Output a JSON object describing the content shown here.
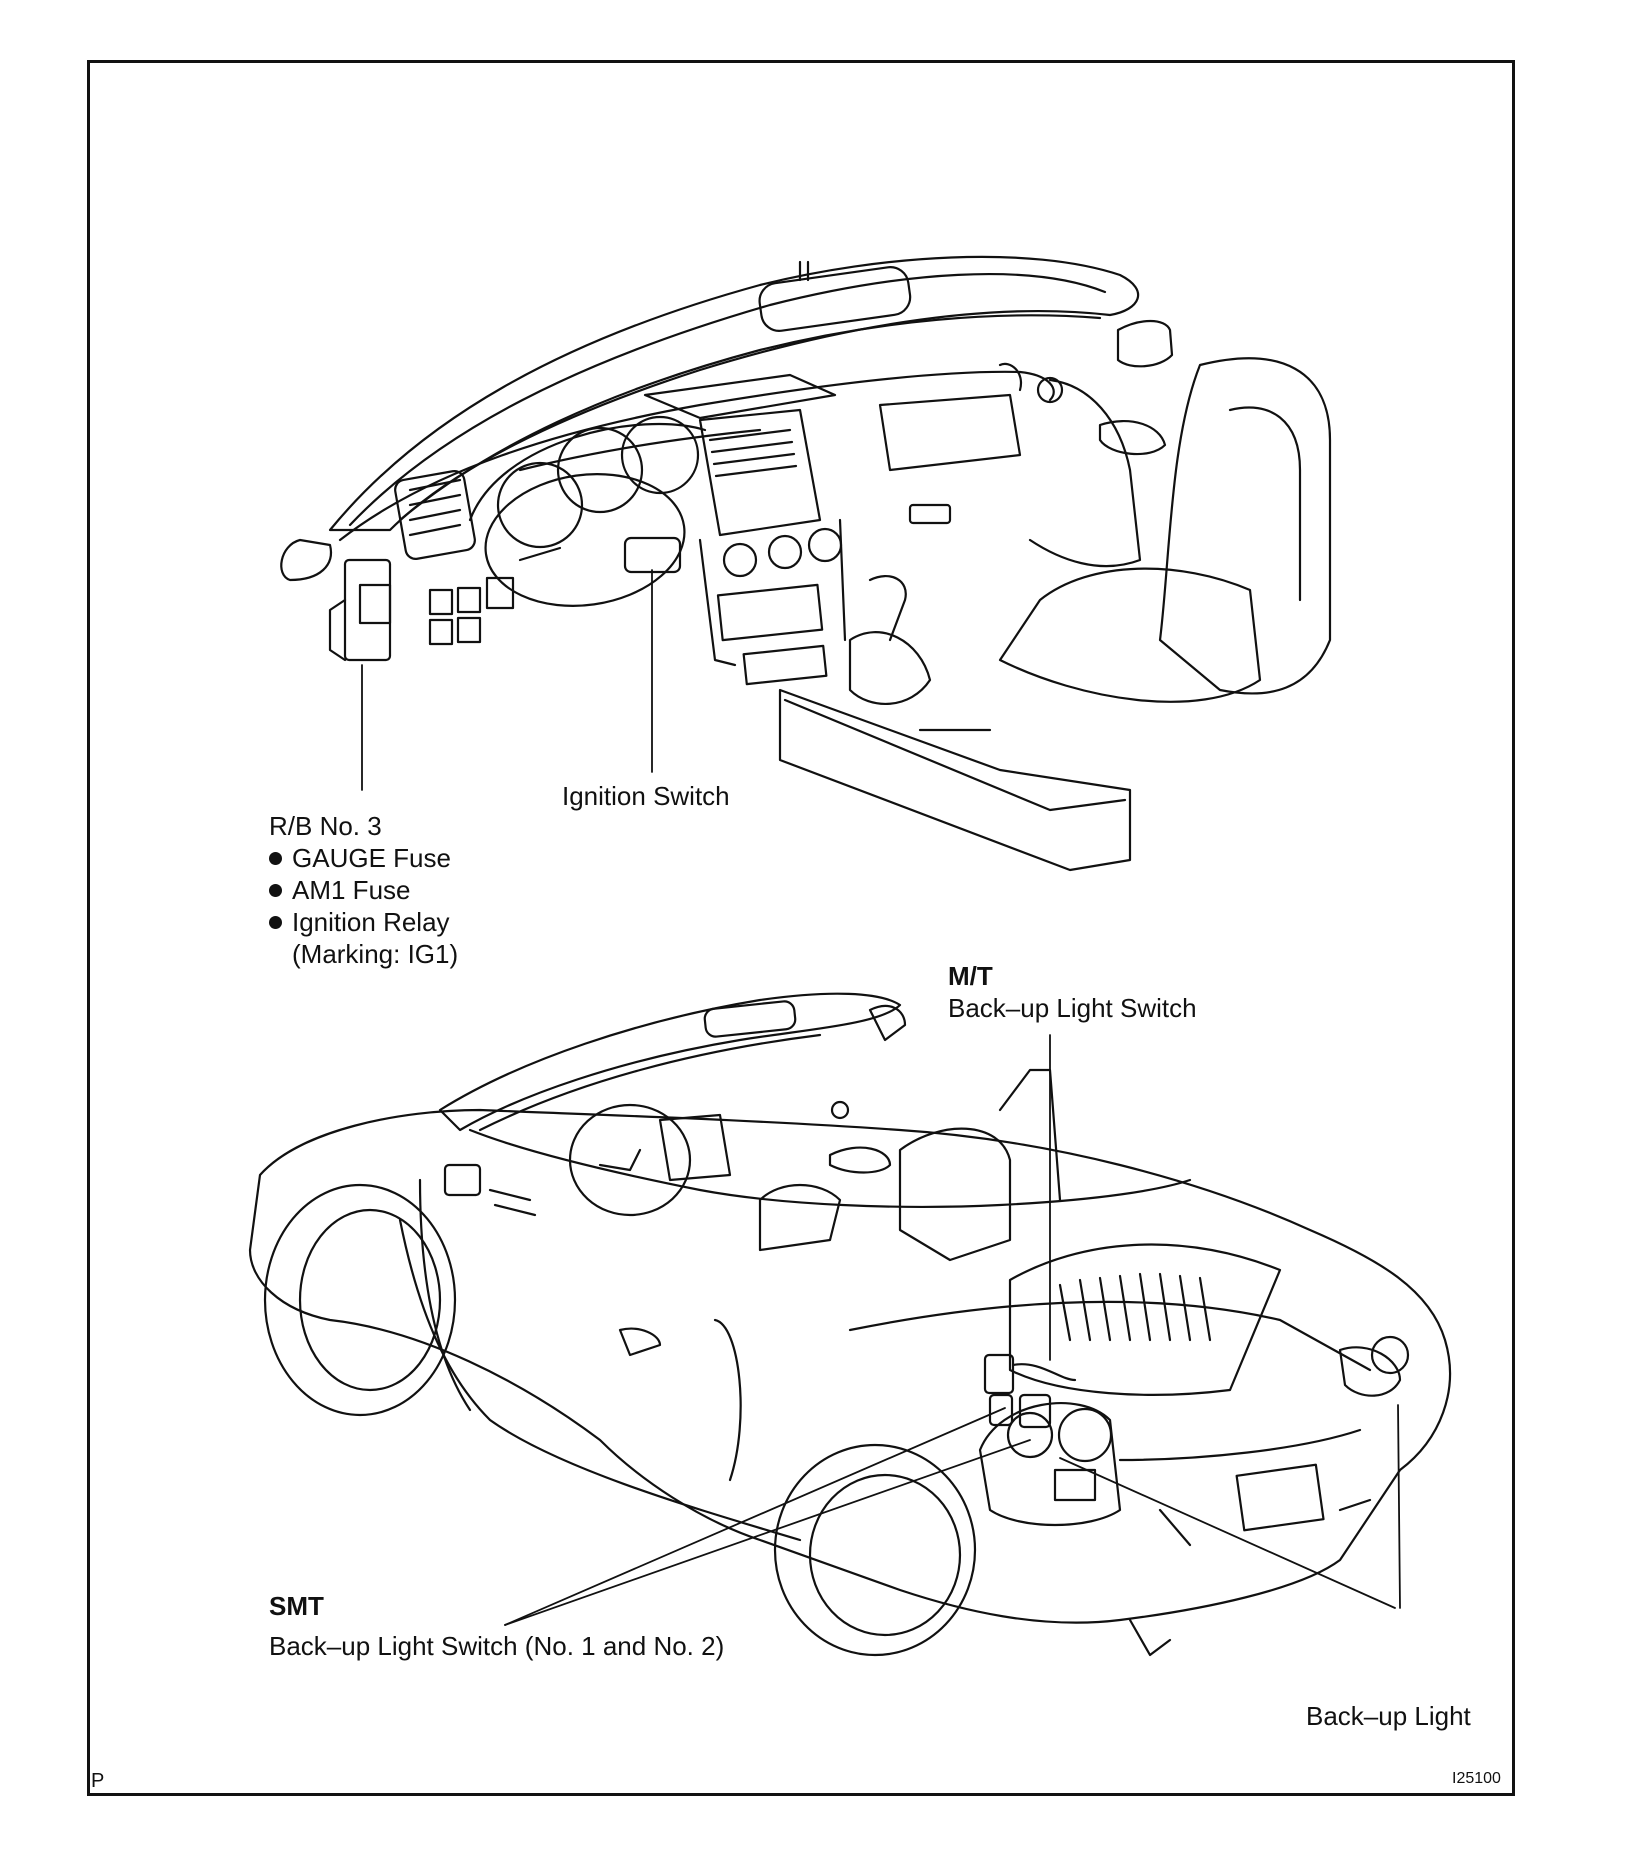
{
  "labels": {
    "rb": {
      "title": "R/B No. 3",
      "items": [
        "GAUGE Fuse",
        "AM1 Fuse",
        "Ignition Relay"
      ],
      "marking": "(Marking: IG1)"
    },
    "ignition_switch": "Ignition Switch",
    "mt": {
      "title": "M/T",
      "text": "Back–up Light Switch"
    },
    "smt": {
      "title": "SMT",
      "text": "Back–up Light Switch (No. 1 and No. 2)"
    },
    "backup_light": "Back–up Light"
  },
  "corner": {
    "left": "P",
    "right": "I25100"
  }
}
